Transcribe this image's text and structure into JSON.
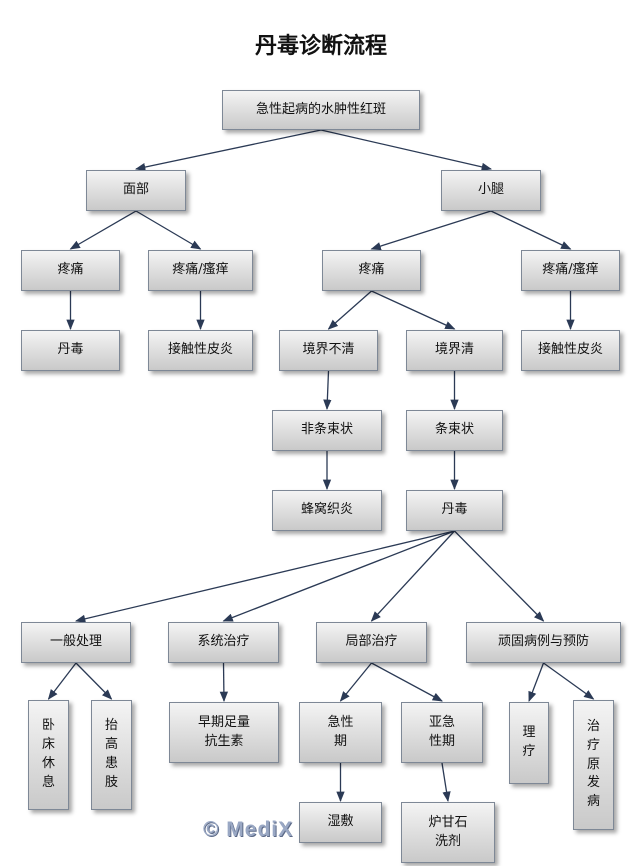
{
  "title": "丹毒诊断流程",
  "watermark": "© MediX",
  "nodes": {
    "root": "急性起病的水肿性红斑",
    "face": "面部",
    "calf": "小腿",
    "face_pain": "疼痛",
    "face_pain_itch": "疼痛/瘙痒",
    "face_erysipelas": "丹毒",
    "face_contact": "接触性皮炎",
    "calf_pain": "疼痛",
    "calf_pain_itch": "疼痛/瘙痒",
    "calf_contact": "接触性皮炎",
    "unclear_border": "境界不清",
    "clear_border": "境界清",
    "non_streak": "非条束状",
    "streak": "条束状",
    "cellulitis": "蜂窝织炎",
    "erysipelas": "丹毒",
    "general": "一般处理",
    "systemic": "系统治疗",
    "local": "局部治疗",
    "stubborn": "顽固病例与预防",
    "rest": "卧\n床\n休\n息",
    "elevate": "抬\n高\n患\n肢",
    "antibiotic": "早期足量\n抗生素",
    "acute": "急性\n期",
    "subacute": "亚急\n性期",
    "physio": "理\n疗",
    "primary": "治\n疗\n原\n发\n病",
    "wet_compress": "湿敷",
    "calamine": "炉甘石\n洗剂"
  },
  "edges": [
    [
      "root",
      "face"
    ],
    [
      "root",
      "calf"
    ],
    [
      "face",
      "face_pain"
    ],
    [
      "face",
      "face_pain_itch"
    ],
    [
      "face_pain",
      "face_erysipelas"
    ],
    [
      "face_pain_itch",
      "face_contact"
    ],
    [
      "calf",
      "calf_pain"
    ],
    [
      "calf",
      "calf_pain_itch"
    ],
    [
      "calf_pain_itch",
      "calf_contact"
    ],
    [
      "calf_pain",
      "unclear_border"
    ],
    [
      "calf_pain",
      "clear_border"
    ],
    [
      "unclear_border",
      "non_streak"
    ],
    [
      "clear_border",
      "streak"
    ],
    [
      "non_streak",
      "cellulitis"
    ],
    [
      "streak",
      "erysipelas"
    ],
    [
      "erysipelas",
      "general"
    ],
    [
      "erysipelas",
      "systemic"
    ],
    [
      "erysipelas",
      "local"
    ],
    [
      "erysipelas",
      "stubborn"
    ],
    [
      "general",
      "rest"
    ],
    [
      "general",
      "elevate"
    ],
    [
      "systemic",
      "antibiotic"
    ],
    [
      "local",
      "acute"
    ],
    [
      "local",
      "subacute"
    ],
    [
      "stubborn",
      "physio"
    ],
    [
      "stubborn",
      "primary"
    ],
    [
      "acute",
      "wet_compress"
    ],
    [
      "subacute",
      "calamine"
    ]
  ]
}
